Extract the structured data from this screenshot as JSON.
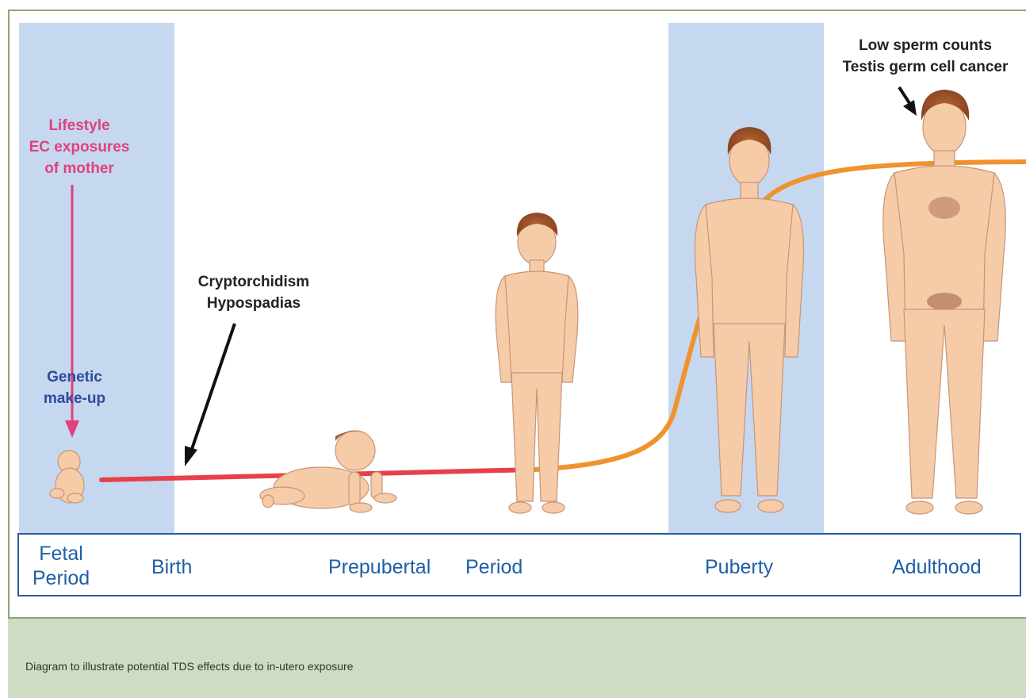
{
  "annotations": {
    "maternal": [
      "Lifestyle",
      "EC exposures",
      "of mother"
    ],
    "genetic": [
      "Genetic",
      "make-up"
    ],
    "birth_defects": [
      "Cryptorchidism",
      "Hypospadias"
    ],
    "adult_effects": [
      "Low sperm counts",
      "Testis germ cell cancer"
    ]
  },
  "timeline": {
    "stage_1": [
      "Fetal",
      "Period"
    ],
    "stage_2": "Birth",
    "stage_3": "Prepubertal",
    "stage_4": "Period",
    "stage_5": "Puberty",
    "stage_6": "Adulthood"
  },
  "caption": "Diagram to illustrate potential TDS effects due to in-utero exposure",
  "colors": {
    "band": "#c5d8ef",
    "curve_early": "#e8404a",
    "curve_late": "#f0922e",
    "maternal_arrow": "#e0407e",
    "genetic_text": "#2f4a9c",
    "timeline_text": "#1f5fa8",
    "skin": "#f6cba8",
    "hair": "#a0522d",
    "caption_bg": "#cddcc2"
  },
  "figures": [
    "fetus",
    "crawling-baby",
    "child",
    "adolescent",
    "adult-man"
  ]
}
